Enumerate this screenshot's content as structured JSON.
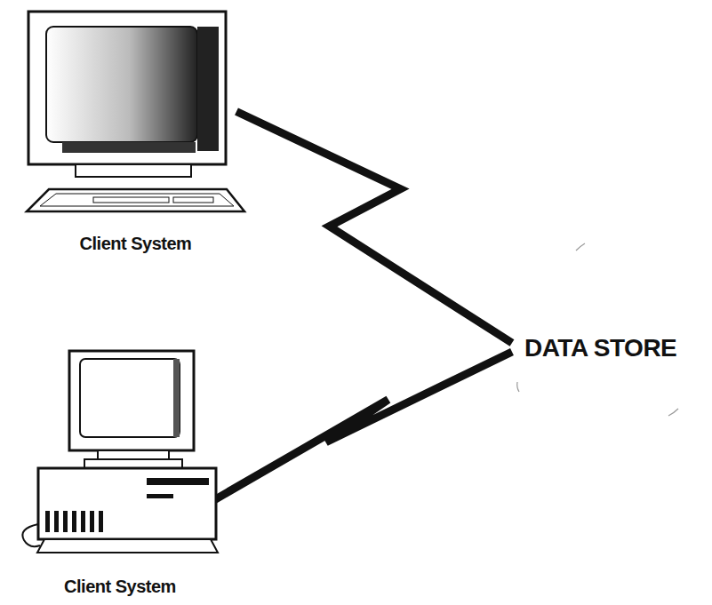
{
  "diagram": {
    "nodes": [
      {
        "text": [
          "Client System"
        ]
      },
      {
        "text": [
          "Client System"
        ]
      },
      {
        "text": [
          "DATA STORE"
        ]
      }
    ],
    "edges": [
      {
        "from": 0,
        "to": 2,
        "arrow": "none"
      },
      {
        "from": 1,
        "to": 2,
        "arrow": "none"
      }
    ]
  }
}
